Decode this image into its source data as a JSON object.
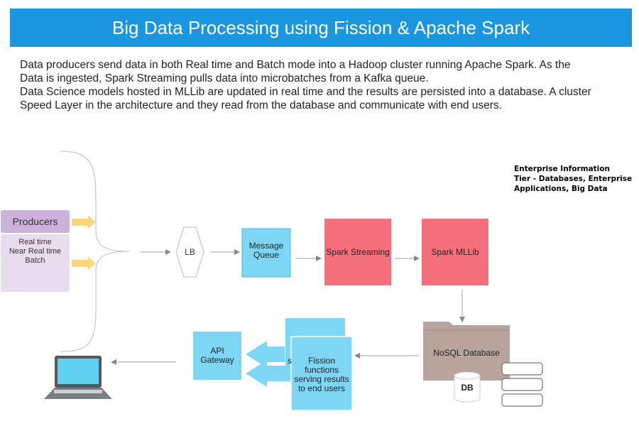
{
  "title": "Big Data Processing using Fission & Apache Spark",
  "description": [
    "Data producers send data in both Real time and Batch mode into a Hadoop cluster running Apache Spark. As the",
    "Data is ingested, Spark Streaming pulls data into microbatches from a Kafka queue.",
    "Data Science models hosted in MLLib are updated in real time and the results are persisted into a database. A cluster",
    "Speed Layer in the architecture and they read from the database and communicate with end users."
  ],
  "enterprise_label": [
    "Enterprise Information",
    "Tier - Databases, Enterprise",
    "Applications, Big Data"
  ],
  "nodes": {
    "producers": "Producers",
    "producer_modes": [
      "Real time",
      "Near Real time",
      "Batch"
    ],
    "lb": "LB",
    "message_queue": [
      "Message",
      "Queue"
    ],
    "spark_streaming": "Spark Streaming",
    "spark_mllib": "Spark MLLib",
    "nosql": "NoSQL Database",
    "db": "DB",
    "fission": [
      "Fission",
      "functions",
      "serving results",
      "to end users"
    ],
    "fission_back_fragment": "s",
    "api_gateway": [
      "API",
      "Gateway"
    ]
  },
  "colors": {
    "title_bg": "#1a96e0",
    "producers": "#cdb1dd",
    "producer_modes_bg": "#e9dcef",
    "cyan": "#7dd6f4",
    "spark": "#f4707d",
    "nosql": "#b8a49c",
    "arrow_yellow": "#fbd77a"
  }
}
